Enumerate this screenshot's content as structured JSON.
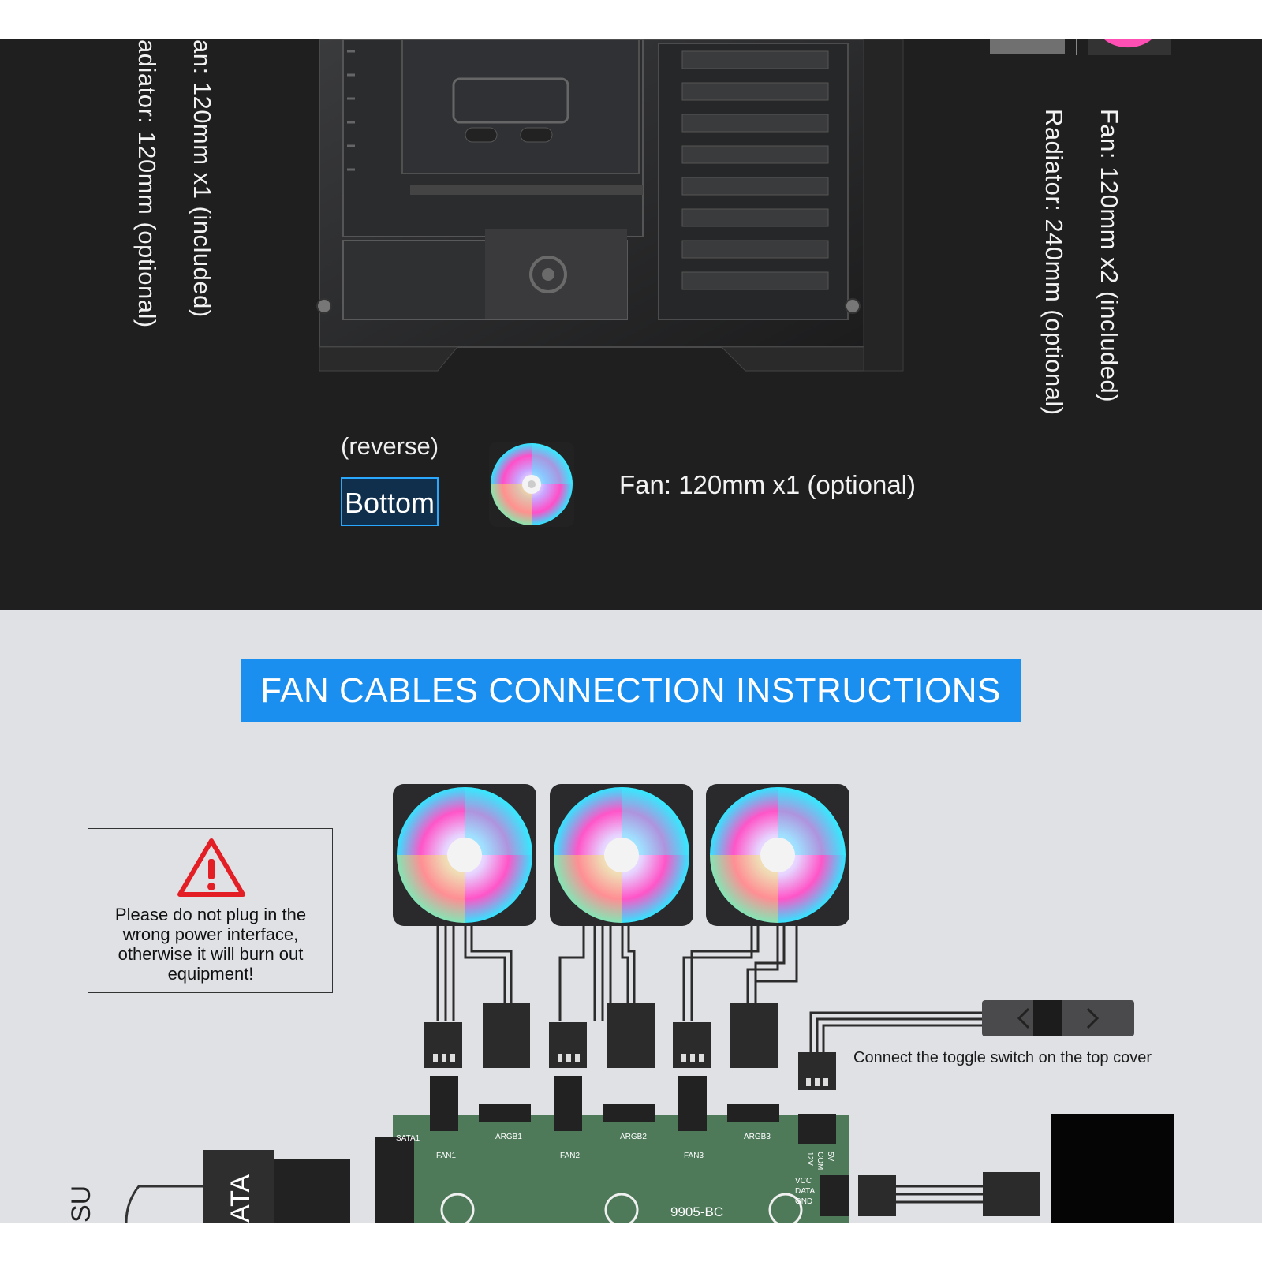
{
  "top_section": {
    "left_fan_text": "an: 120mm x1 (included)",
    "left_radiator_text": "adiator: 120mm (optional)",
    "right_fan_text": "Fan: 120mm x2 (included)",
    "right_radiator_text": "Radiator: 240mm (optional)",
    "reverse_label": "(reverse)",
    "bottom_tag": "Bottom",
    "bottom_fan_text": "Fan: 120mm x1 (optional)"
  },
  "connection_section": {
    "banner_title": "FAN CABLES CONNECTION INSTRUCTIONS",
    "warning_text": "Please do not plug in the wrong power interface, otherwise it will burn out equipment!",
    "toggle_caption": "Connect the toggle switch on the top cover",
    "board": {
      "model": "9905-BC",
      "sata_label": "SATA1",
      "fan_headers": [
        "FAN1",
        "FAN2",
        "FAN3"
      ],
      "argb_headers": [
        "ARGB1",
        "ARGB2",
        "ARGB3"
      ],
      "power_pins": [
        "5V",
        "COM",
        "12V"
      ],
      "signal_pins": [
        "VCC",
        "DATA",
        "GND"
      ]
    },
    "psu_label": "SU",
    "sata_plug_label": "ATA",
    "icons": [
      "warning-triangle-icon",
      "rgb-fan-icon",
      "left-arrow-icon",
      "right-arrow-icon"
    ]
  },
  "colors": {
    "dark_bg": "#1f1f20",
    "light_bg": "#dfe1e5",
    "banner_blue": "#1a8ff0",
    "warning_red": "#e31e24",
    "board_green": "#4e7a5a"
  }
}
